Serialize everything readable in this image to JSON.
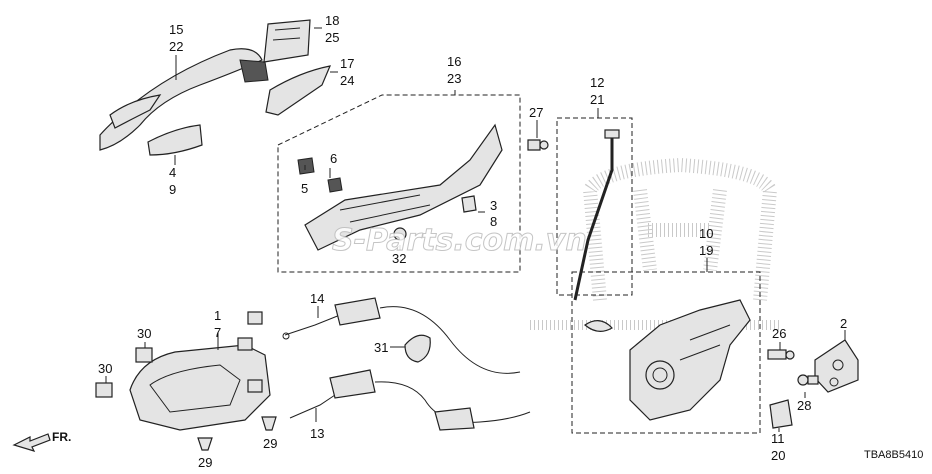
{
  "watermark": "S-Parts.com.vn",
  "diagram_code": "TBA8B5410",
  "direction_label": "FR.",
  "callouts": {
    "c15": "15",
    "c22": "22",
    "c18": "18",
    "c25": "25",
    "c17": "17",
    "c24": "24",
    "c4": "4",
    "c9": "9",
    "c16": "16",
    "c23": "23",
    "c6": "6",
    "c5": "5",
    "c3": "3",
    "c8": "8",
    "c32": "32",
    "c27": "27",
    "c12": "12",
    "c21": "21",
    "c10": "10",
    "c19": "19",
    "c1": "1",
    "c7": "7",
    "c30a": "30",
    "c30b": "30",
    "c29a": "29",
    "c29b": "29",
    "c14": "14",
    "c13": "13",
    "c31": "31",
    "c26": "26",
    "c2": "2",
    "c28": "28",
    "c11": "11",
    "c20": "20"
  }
}
